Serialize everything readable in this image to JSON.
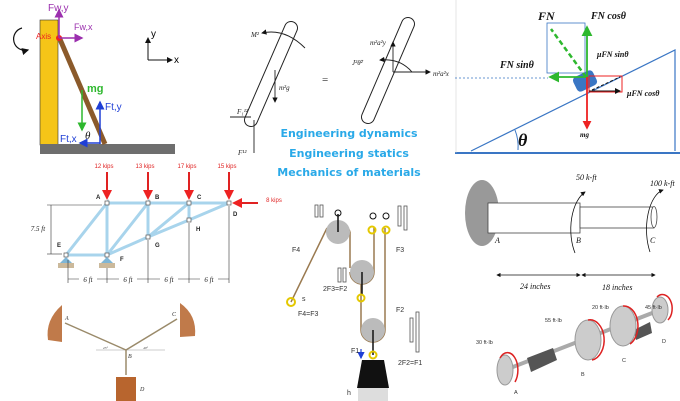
{
  "colors": {
    "topic": "#29a9e8",
    "load": "#ee2222",
    "wall": "#f5c518",
    "ladder": "#8b5a2b",
    "fw": "#9b2fae",
    "mg": "#2eb82e",
    "ft": "#1f3fd6",
    "incline": "#3a76c4"
  },
  "topics": [
    "Engineering dynamics",
    "Engineering statics",
    "Mechanics  of materials"
  ],
  "ladder": {
    "fwy": "Fw,y",
    "fwx": "Fw,x",
    "axis": "Axis",
    "mg": "mg",
    "fty": "Ft,y",
    "ftx": "Ft,x",
    "theta": "θ",
    "x": "x",
    "y": "y"
  },
  "rods": {
    "moment": "M²",
    "weight": "m²g",
    "f1": "F₁¹²",
    "f2": "F¹²",
    "equals": "=",
    "may": "m²a²y",
    "inertia": "J²θ̈²",
    "max": "m²a²x"
  },
  "incline": {
    "fn": "FN",
    "fncos": "FN cosθ",
    "fnsin": "FN sinθ",
    "musin": "μFN sinθ",
    "mucos": "μFN cosθ",
    "mg": "mg",
    "theta": "θ"
  },
  "truss": {
    "loads": [
      "12 kips",
      "13 kips",
      "17 kips",
      "15 kips"
    ],
    "side_load": "8 kips",
    "joints": [
      "A",
      "B",
      "C",
      "D",
      "E",
      "F",
      "G",
      "H"
    ],
    "height": "7.5 ft",
    "spans": [
      "6 ft",
      "6 ft",
      "6 ft",
      "6 ft"
    ]
  },
  "pulley": {
    "f4": "F4",
    "f3": "F3",
    "f2": "F2",
    "f1": "F1",
    "s": "s",
    "eq1": "F4=F3",
    "eq2": "2F3=F2",
    "eq3": "2F2=F1",
    "h": "h"
  },
  "shaft": {
    "a": "A",
    "b": "B",
    "c": "C",
    "t1": "50 k-ft",
    "t2": "100 k-ft",
    "d1": "24 inches",
    "d2": "18 inches"
  },
  "shaft3d": {
    "t": [
      "30 ft·lb",
      "55 ft·lb",
      "20 ft·lb",
      "45 ft·lb"
    ],
    "labels": [
      "A",
      "B",
      "C",
      "D"
    ]
  },
  "cables": {
    "a": "A",
    "b": "B",
    "c": "C",
    "d": "D",
    "ang1": "25°",
    "ang2": "40°"
  }
}
